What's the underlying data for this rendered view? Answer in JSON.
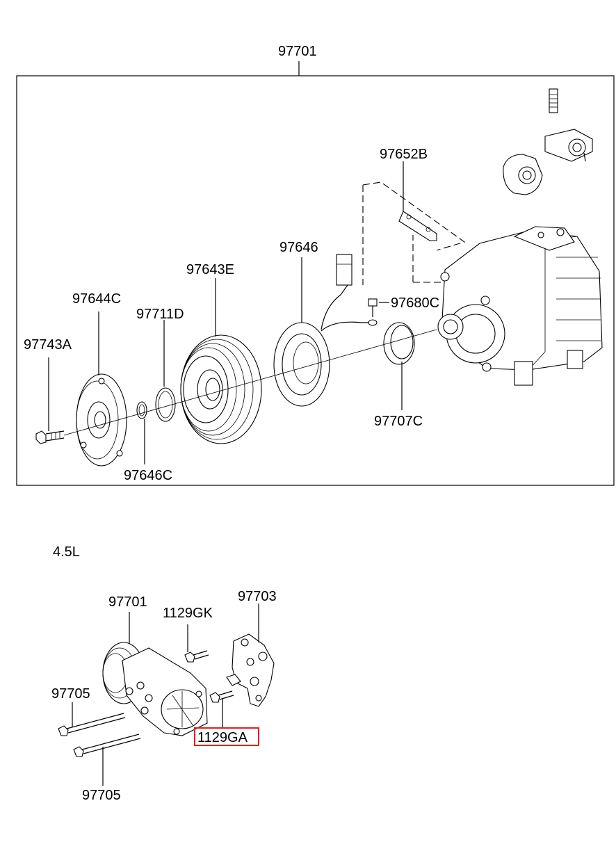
{
  "assembly_label": "97701",
  "section_label": "4.5L",
  "upper_parts": {
    "p97652b": "97652B",
    "p97646": "97646",
    "p97643e": "97643E",
    "p97680c": "97680C",
    "p97644c": "97644C",
    "p97711d": "97711D",
    "p97743a": "97743A",
    "p97707c": "97707C",
    "p97646c": "97646C"
  },
  "lower_parts": {
    "p97701": "97701",
    "p1129gk": "1129GK",
    "p97703": "97703",
    "p97705_top": "97705",
    "p1129ga": "1129GA",
    "p97705_bottom": "97705"
  },
  "highlight_color": "#e0201c"
}
